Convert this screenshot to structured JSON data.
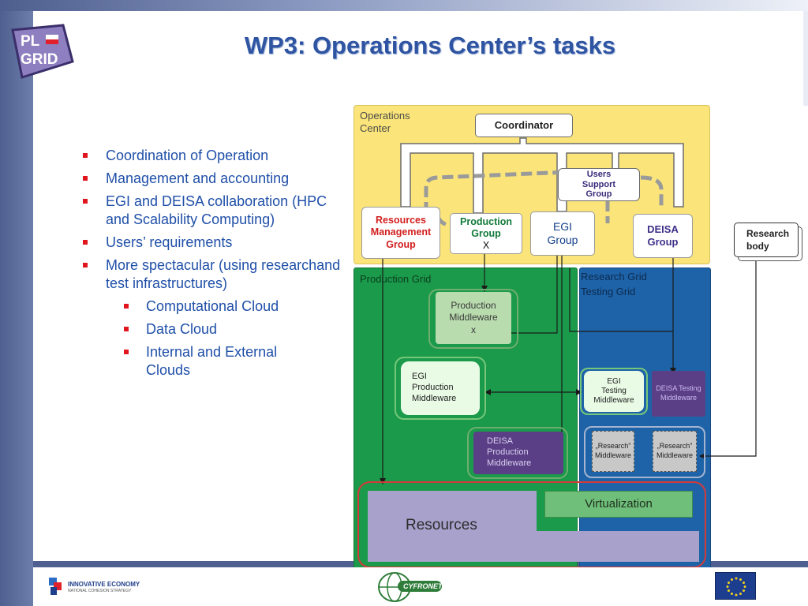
{
  "slide": {
    "title": "WP3:  Operations Center’s tasks",
    "logo_text": [
      "PL",
      "GRID"
    ],
    "bullets": [
      {
        "level": 1,
        "text": "Coordination of Operation"
      },
      {
        "level": 1,
        "text": "Management and accounting"
      },
      {
        "level": 1,
        "text": "EGI and DEISA collaboration (HPC and Scalability Computing)"
      },
      {
        "level": 1,
        "text": "Users’ requirements"
      },
      {
        "level": 1,
        "text": "More spectacular (using researchand test infrastructures)"
      },
      {
        "level": 2,
        "text": "Computational Cloud"
      },
      {
        "level": 2,
        "text": "Data Cloud"
      },
      {
        "level": 2,
        "text": "Internal and External Clouds"
      }
    ]
  },
  "diagram": {
    "operations_center": [
      "Operations",
      "Center"
    ],
    "coordinator": "Coordinator",
    "users_support": [
      "Users",
      "Support",
      "Group"
    ],
    "resources_management": [
      "Resources",
      "Management",
      "Group"
    ],
    "production_group": [
      "Production",
      "Group",
      "X"
    ],
    "egi_group": [
      "EGI",
      "Group"
    ],
    "deisa_group": [
      "DEISA",
      "Group"
    ],
    "research_body": [
      "Research",
      "body"
    ],
    "production_grid": "Production Grid",
    "research_grid": [
      "Research Grid",
      "Testing Grid"
    ],
    "production_middleware": [
      "Production",
      "Middleware",
      "x"
    ],
    "egi_production_middleware": [
      "EGI",
      "Production",
      "Middleware"
    ],
    "deisa_production_middleware": [
      "DEISA",
      "Production",
      "Middleware"
    ],
    "egi_testing_middleware": [
      "EGI",
      "Testing",
      "Middleware"
    ],
    "deisa_testing_middleware": [
      "DEISA Testing",
      "Middleware"
    ],
    "research_middleware_1": [
      "„Research”",
      "Middleware"
    ],
    "research_middleware_2": [
      "„Research”",
      "Middleware"
    ],
    "virtualization": "Virtualization",
    "resources": "Resources",
    "colors": {
      "ops_yellow": "#fbe57a",
      "prod_green": "#1a9a4a",
      "research_blue": "#1e63a8",
      "middleware_light_green": "#b9dcae",
      "middleware_purple": "#5b3f86",
      "resources_lavender": "#a7a1cb",
      "virtualization_green": "#6fbf7a"
    }
  },
  "footer": {
    "innovative_economy": "INNOVATIVE ECONOMY",
    "strategy": "NATIONAL COHESION STRATEGY",
    "cyfronet": "CYFRONET"
  }
}
